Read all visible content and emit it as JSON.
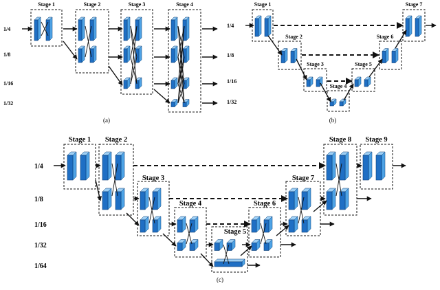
{
  "diagrams": {
    "a": {
      "caption": "(a)",
      "stages": [
        "Stage 1",
        "Stage 2",
        "Stage 3",
        "Stage 4"
      ],
      "rows": [
        "1/4",
        "1/8",
        "1/16",
        "1/32"
      ]
    },
    "b": {
      "caption": "(b)",
      "stages": [
        "Stage 1",
        "Stage 2",
        "Stage 3",
        "Stage 4",
        "Stage 5",
        "Stage 6",
        "Stage 7"
      ],
      "rows": [
        "1/4",
        "1/8",
        "1/16",
        "1/32"
      ]
    },
    "c": {
      "caption": "(c)",
      "stages": [
        "Stage 1",
        "Stage 2",
        "Stage 3",
        "Stage 4",
        "Stage 5",
        "Stage 6",
        "Stage 7",
        "Stage 8",
        "Stage 9"
      ],
      "rows": [
        "1/4",
        "1/8",
        "1/16",
        "1/32",
        "1/64"
      ]
    }
  },
  "colors": {
    "block_front": "#1f6fc4",
    "block_side": "#4ea3e6",
    "block_top": "#9fd0f5",
    "block_edge": "#0b3d74"
  }
}
